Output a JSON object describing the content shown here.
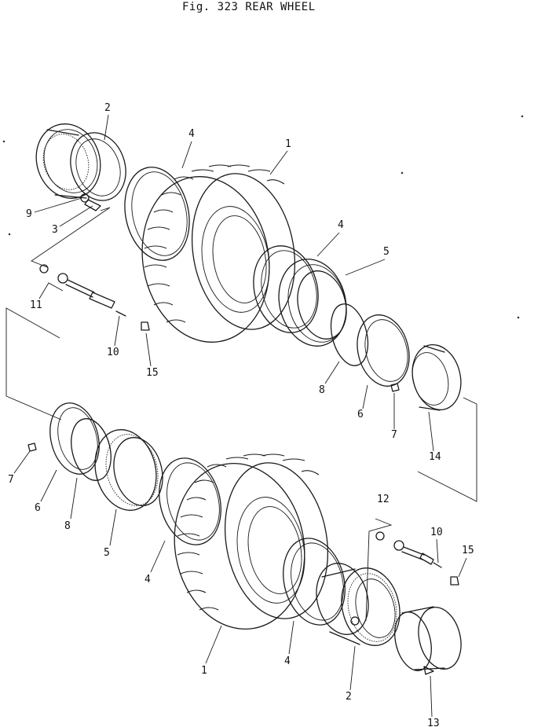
{
  "title": "Fig. 323   REAR WHEEL",
  "labels": {
    "a_tire": "1",
    "a_rim": "2",
    "a_valve_cap": "3",
    "a_flap_outer": "4",
    "a_flap_inner": "4",
    "a_side_ring": "5",
    "a_lock_ring": "6",
    "a_lug": "7",
    "a_o_ring": "8",
    "a_valve_nut": "9",
    "a_valve_assy": "11",
    "a_valve_core": "10",
    "a_cap_nut": "15",
    "a_spacer": "14",
    "b_lug": "7",
    "b_lock_ring": "6",
    "b_o_ring": "8",
    "b_side_ring": "5",
    "b_flap": "4",
    "b_tire": "1",
    "b_flap_inner": "4",
    "b_rim": "2",
    "b_valve_assy": "12",
    "b_valve_core": "10",
    "b_cap_nut": "15",
    "b_spacer": "13"
  }
}
